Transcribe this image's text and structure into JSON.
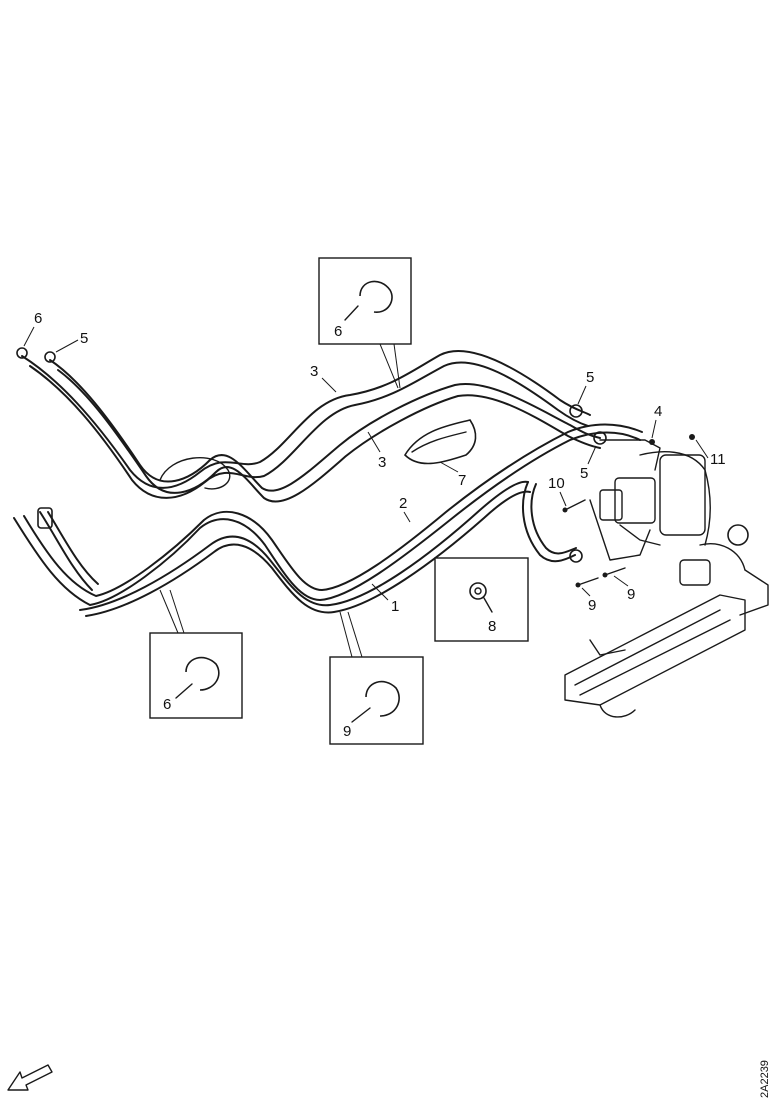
{
  "diagram": {
    "drawing_code": "2A2239",
    "callouts": {
      "c1": "1",
      "c2": "2",
      "c3a": "3",
      "c3b": "3",
      "c4": "4",
      "c5a": "5",
      "c5b": "5",
      "c5c": "5",
      "c6a": "6",
      "c7": "7",
      "c9a": "9",
      "c9b": "9",
      "c10": "10",
      "c11": "11"
    },
    "detail_boxes": {
      "top": "6",
      "middle": "8",
      "bottom_left": "6",
      "bottom_center": "9"
    },
    "icons": [
      "hose-clip-icon",
      "nut-icon",
      "direction-arrow-icon"
    ]
  }
}
